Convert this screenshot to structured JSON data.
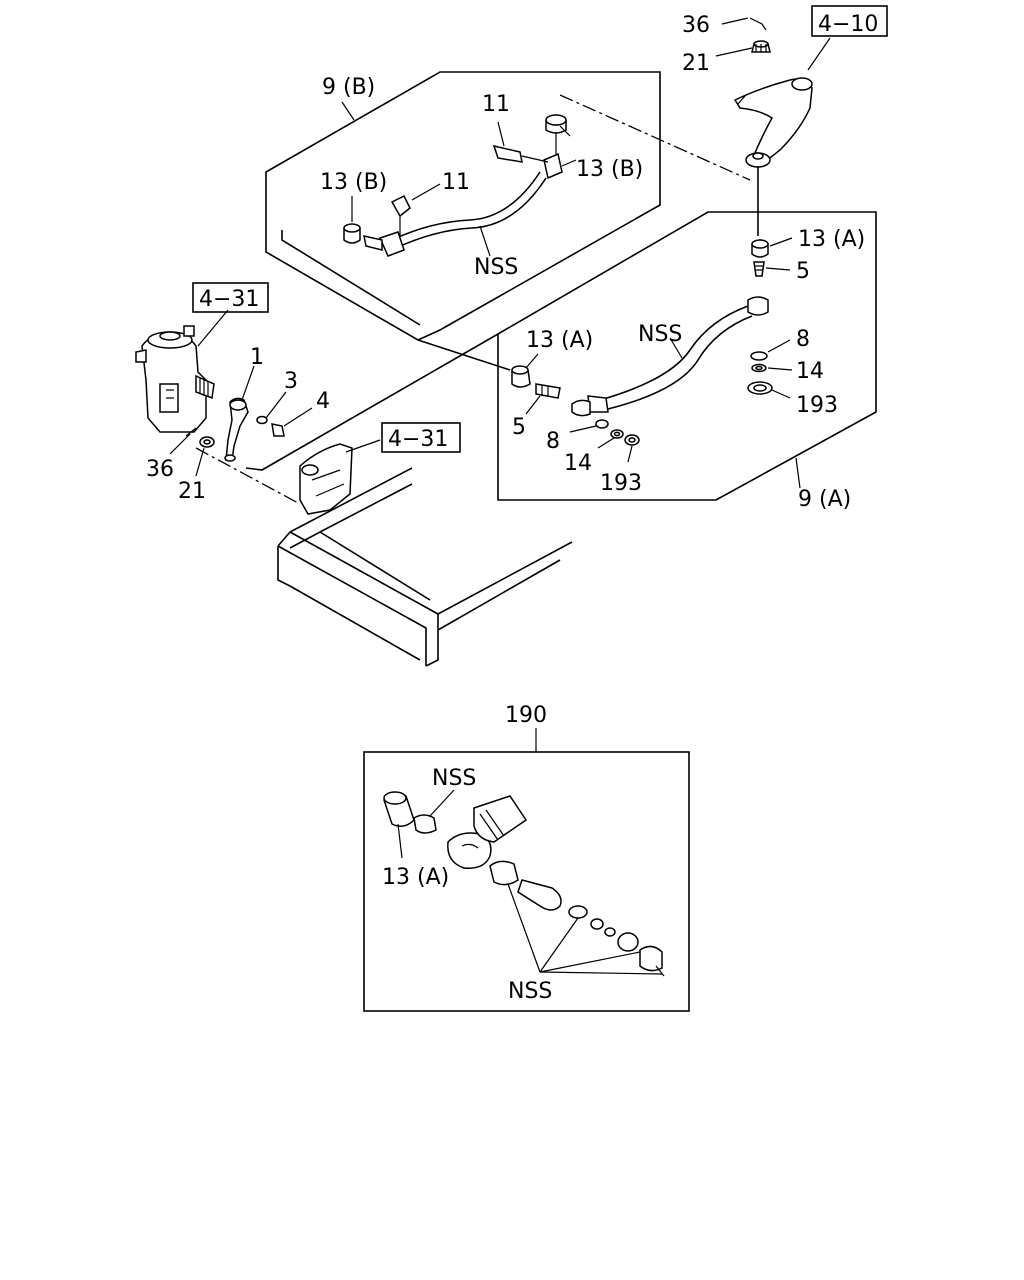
{
  "callouts": {
    "label_36_top": "36",
    "label_21_top": "21",
    "ref_4_10": "4−10",
    "label_9b": "9 (B)",
    "label_11_a": "11",
    "label_11_b": "11",
    "label_13b_left": "13 (B)",
    "label_13b_right": "13 (B)",
    "label_nss_b": "NSS",
    "label_13a_right": "13 (A)",
    "label_5_right": "5",
    "label_nss_a": "NSS",
    "label_8_right": "8",
    "label_14_right": "14",
    "label_193_right": "193",
    "label_13a_left": "13 (A)",
    "label_5_left": "5",
    "label_8_left": "8",
    "label_14_left": "14",
    "label_193_left": "193",
    "label_9a": "9 (A)",
    "ref_4_31_top": "4−31",
    "label_1": "1",
    "label_3": "3",
    "label_4": "4",
    "ref_4_31_mid": "4−31",
    "label_36_left": "36",
    "label_21_left": "21",
    "label_190": "190",
    "label_nss_detail_top": "NSS",
    "label_13a_detail": "13 (A)",
    "label_nss_detail_bottom": "NSS"
  }
}
